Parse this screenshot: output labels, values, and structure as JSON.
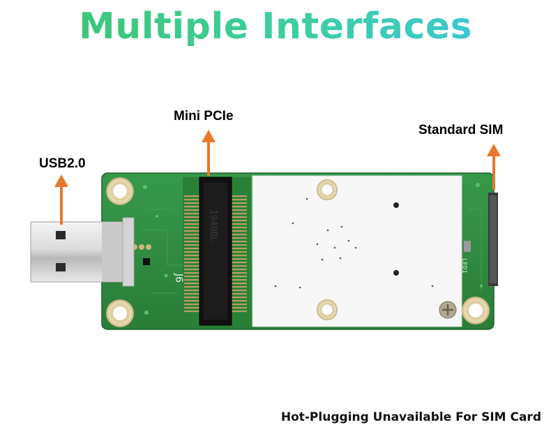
{
  "title": "Multiple Interfaces",
  "callouts": {
    "usb": "USB2.0",
    "mini_pcie": "Mini PCIe",
    "sim": "Standard SIM"
  },
  "footer_note": "Hot-Plugging Unavailable For SIM Card",
  "board_markings": {
    "header": "J6",
    "connector_code": "1940BL",
    "led": "LED1"
  },
  "colors": {
    "arrow": "#e8782a",
    "pcb": "#2e8a3c",
    "title_start": "#3ec36b",
    "title_end": "#3ec4e6"
  }
}
